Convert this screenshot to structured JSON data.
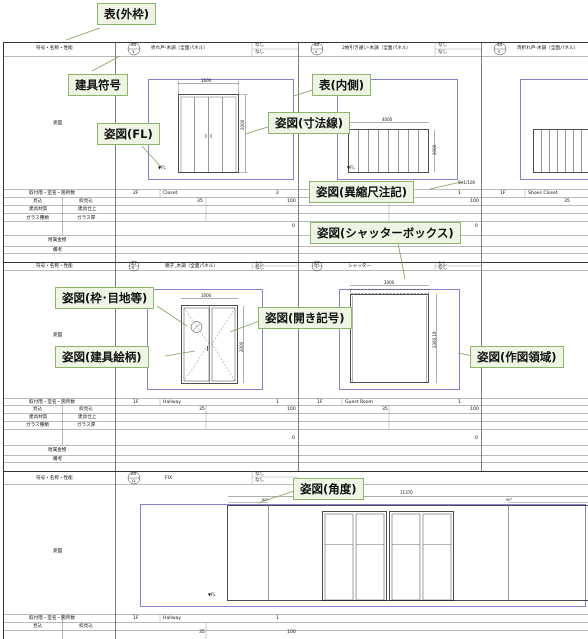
{
  "callouts": {
    "outer": "表(外枠)",
    "fitting_code": "建具符号",
    "inner": "表(内側)",
    "view_fl": "姿図(FL)",
    "view_dim": "姿図(寸法線)",
    "view_scale": "姿図(異縮尺注記)",
    "view_shutter": "姿図(シャッターボックス)",
    "view_frame": "姿図(枠･目地等)",
    "view_open": "姿図(開き記号)",
    "view_pattern": "姿図(建具絵柄)",
    "view_area": "姿図(作図領域)",
    "view_angle": "姿図(角度)"
  },
  "labels": {
    "code_name": "符号・名称・性能",
    "elevation": "姿図",
    "install": "取付階・室名・箇所数",
    "frame_depth": "見込",
    "frame_depth2": "枠見込",
    "material": "建具材質",
    "finish": "建具仕上",
    "glass_type": "ガラス種類",
    "glass_thick": "ガラス厚",
    "hardware": "附属金物",
    "remarks": "備考",
    "none": "なし",
    "fl": "▼FL"
  },
  "rows": [
    {
      "cells": [
        {
          "code_top": "AD",
          "code_num": "3",
          "name": "折れ戸-木調（全面パネル）",
          "width": "1600",
          "height": "2000",
          "floor": "2F",
          "room": "Closet",
          "count": "2",
          "v1": "35",
          "v2": "100",
          "v3": "0"
        },
        {
          "code_top": "AD",
          "code_num": "4",
          "name": "2枚引き違い-木調（全面パネル）",
          "width": "4000",
          "height": "2000",
          "scale": "SH1/100",
          "floor": "",
          "room": "",
          "count": "1",
          "v1": "",
          "v2": "100",
          "v3": "0"
        },
        {
          "code_top": "AD",
          "code_num": "5",
          "name": "両折れ戸-木調（全面パネル）",
          "width": "",
          "height": "",
          "floor": "1F",
          "room": "Shoes Closet",
          "count": "",
          "v1": "35",
          "v2": "",
          "v3": ""
        }
      ]
    },
    {
      "cells": [
        {
          "code_top": "AD",
          "code_num": "6",
          "name": "親子_木調（全面パネル）",
          "width": "1000",
          "height": "2000",
          "floor": "1F",
          "room": "Hallway",
          "count": "1",
          "v1": "35",
          "v2": "100",
          "v3": "0"
        },
        {
          "code_top": "AD",
          "code_num": "7",
          "name": "シャッター",
          "width": "2000",
          "height": "2360.19",
          "floor": "1F",
          "room": "Guest Room",
          "count": "1",
          "v1": "35",
          "v2": "100",
          "v3": "0"
        }
      ]
    },
    {
      "cells": [
        {
          "code_top": "AD",
          "code_num": "12",
          "name": "FIX",
          "width": "11370",
          "angle1": "90°",
          "angle2": "90°",
          "floor": "1F",
          "room": "Hallway",
          "count": "1",
          "v1": "35",
          "v2": "100"
        }
      ]
    }
  ]
}
